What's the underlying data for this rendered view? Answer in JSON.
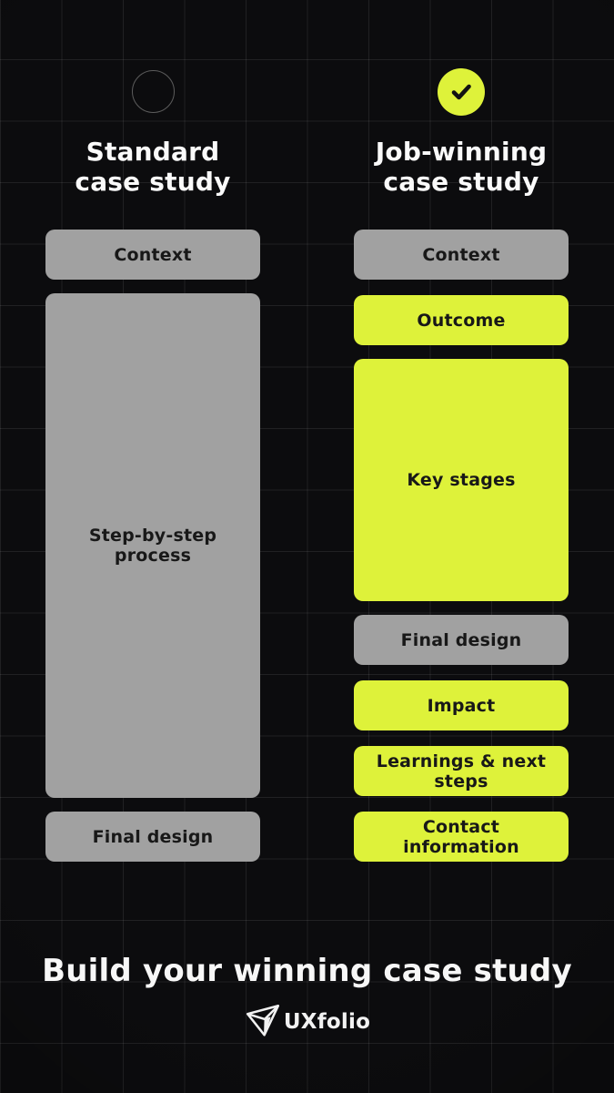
{
  "colors": {
    "background": "#0c0c0e",
    "accent_yellow": "#def23a",
    "block_gray": "#a1a1a1",
    "block_text": "#181818",
    "heading_text": "#fafafa"
  },
  "comparison": {
    "left": {
      "marker": "empty-circle-icon",
      "title_line1": "Standard",
      "title_line2": "case study",
      "blocks": [
        {
          "label": "Context",
          "variant": "gray"
        },
        {
          "label": "Step-by-step process",
          "variant": "gray"
        },
        {
          "label": "Final design",
          "variant": "gray"
        }
      ]
    },
    "right": {
      "marker": "check-circle-icon",
      "title_line1": "Job-winning",
      "title_line2": "case study",
      "blocks": [
        {
          "label": "Context",
          "variant": "gray"
        },
        {
          "label": "Outcome",
          "variant": "yellow"
        },
        {
          "label": "Key stages",
          "variant": "yellow"
        },
        {
          "label": "Final design",
          "variant": "gray"
        },
        {
          "label": "Impact",
          "variant": "yellow"
        },
        {
          "label": "Learnings & next steps",
          "variant": "yellow"
        },
        {
          "label": "Contact information",
          "variant": "yellow"
        }
      ]
    }
  },
  "footer": {
    "title": "Build your winning case study",
    "brand": "UXfolio"
  }
}
